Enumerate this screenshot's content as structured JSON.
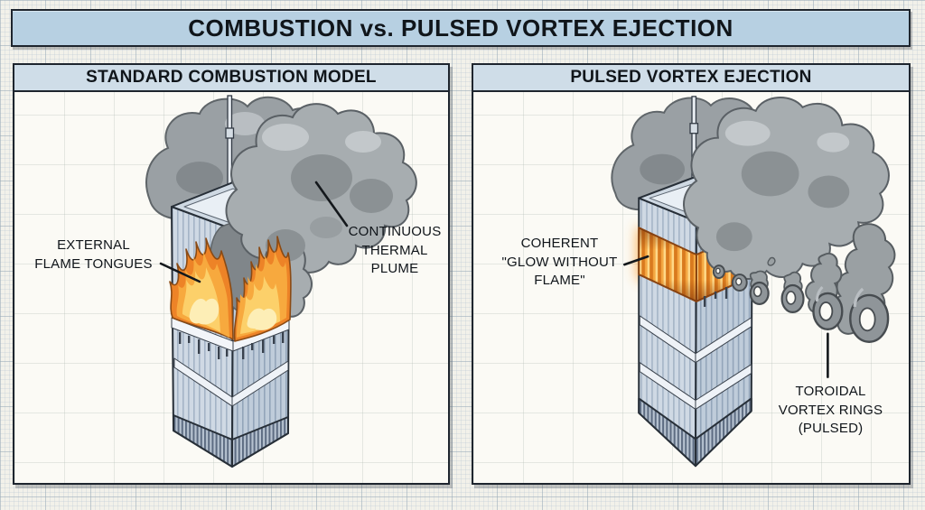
{
  "title": "COMBUSTION vs. PULSED VORTEX EJECTION",
  "panels": {
    "left": {
      "header": "STANDARD COMBUSTION MODEL",
      "labels": {
        "flame_tongues": "EXTERNAL\nFLAME TONGUES",
        "thermal_plume": "CONTINUOUS\nTHERMAL\nPLUME"
      }
    },
    "right": {
      "header": "PULSED VORTEX EJECTION",
      "labels": {
        "glow": "COHERENT\n\"GLOW WITHOUT\nFLAME\"",
        "vortex_rings": "TOROIDAL\nVORTEX RINGS\n(PULSED)"
      }
    }
  },
  "colors": {
    "grid_bg": "#f2f1ea",
    "title_bar_bg": "#b7d0e2",
    "panel_header_bg": "#cfdde8",
    "panel_bg": "#fbfaf5",
    "border_dark": "#1e252e",
    "label_text": "#10151a",
    "flame_orange": "#ed8327",
    "flame_yellow": "#fcd06a",
    "glow_orange": "#e8821c",
    "smoke_grey": "#a7adb0",
    "tower_fill": "#d2dbe5"
  }
}
